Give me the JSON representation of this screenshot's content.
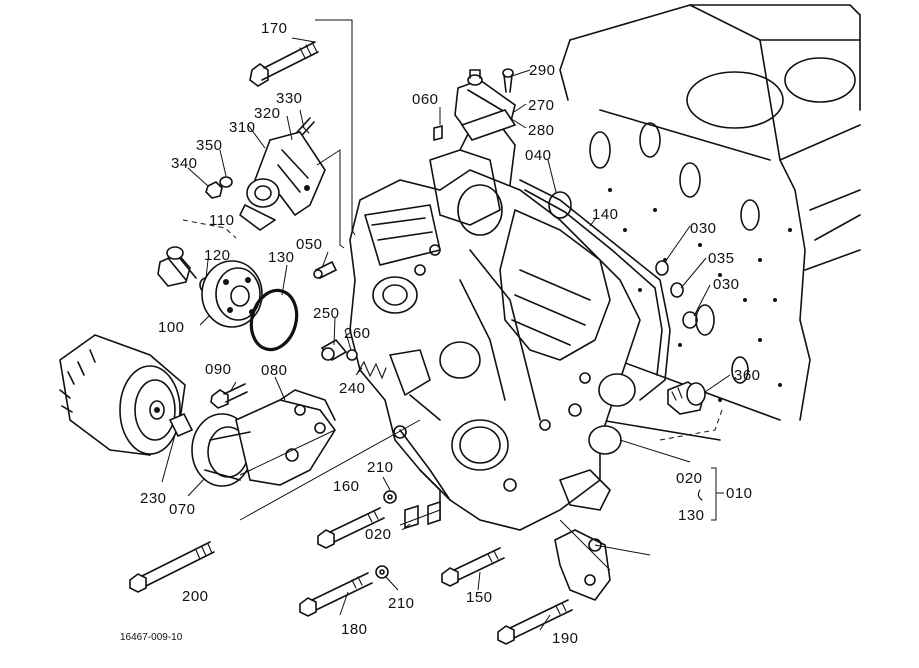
{
  "callouts": {
    "p170": "170",
    "p330": "330",
    "p320": "320",
    "p310": "310",
    "p350": "350",
    "p340": "340",
    "p110": "110",
    "p120": "120",
    "p130": "130",
    "p050": "050",
    "p100": "100",
    "p250": "250",
    "p260": "260",
    "p240": "240",
    "p090": "090",
    "p080": "080",
    "p230": "230",
    "p070": "070",
    "p210a": "210",
    "p160": "160",
    "p020": "020",
    "p200": "200",
    "p210b": "210",
    "p180": "180",
    "p150": "150",
    "p190": "190",
    "p060": "060",
    "p290": "290",
    "p270": "270",
    "p280": "280",
    "p040": "040",
    "p140": "140",
    "p030a": "030",
    "p035": "035",
    "p030b": "030",
    "p360": "360",
    "p020b": "020",
    "p130b": "130",
    "p010": "010"
  },
  "catalog_number": "16467-009-10"
}
